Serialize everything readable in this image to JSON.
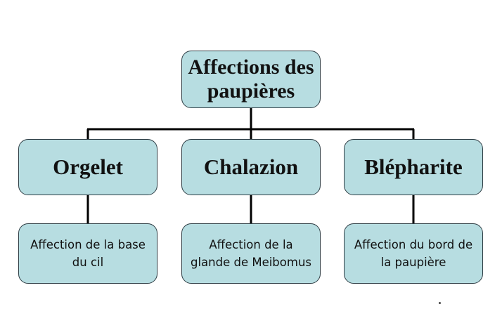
{
  "diagram": {
    "root": {
      "label_line1": "Affections des",
      "label_line2": "paupières"
    },
    "categories": [
      {
        "label": "Orgelet",
        "description_line1": "Affection de la base",
        "description_line2": "du cil"
      },
      {
        "label": "Chalazion",
        "description_line1": "Affection de la",
        "description_line2": "glande de Meibomus"
      },
      {
        "label": "Blépharite",
        "description_line1": "Affection du bord de",
        "description_line2": "la paupière"
      }
    ]
  },
  "colors": {
    "box_fill": "#b7dde1",
    "box_border": "#2f3e45",
    "connector": "#000000"
  }
}
